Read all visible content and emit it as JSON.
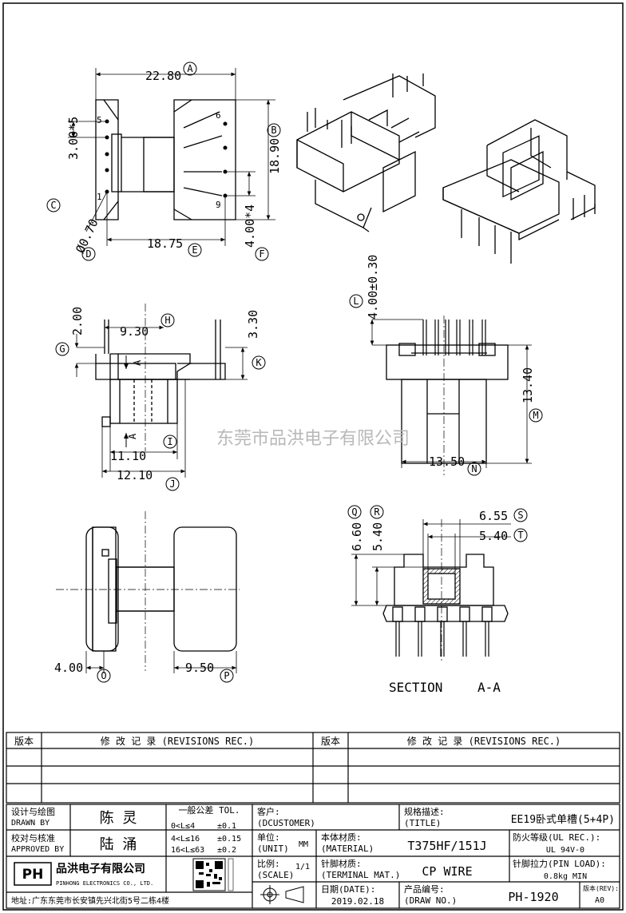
{
  "watermark": "东莞市品洪电子有限公司",
  "top_view": {
    "dims": {
      "width": "22.80",
      "height": "18.90",
      "pitch": "3.00*5",
      "pin_dia": "Ø0.70",
      "row_spacing": "18.75",
      "pitch2": "4.00*4"
    },
    "pin_labels": {
      "p5": "5",
      "p1": "1",
      "p6": "6",
      "p9": "9"
    },
    "bubbles": {
      "A": "A",
      "B": "B",
      "C": "C",
      "D": "D",
      "E": "E",
      "F": "F"
    }
  },
  "side_view": {
    "dims": {
      "g": "2.00",
      "h": "9.30",
      "k": "3.30",
      "i": "11.10",
      "j": "12.10"
    },
    "section_marks": {
      "top": "A",
      "bottom": "A"
    },
    "bubbles": {
      "G": "G",
      "H": "H",
      "K": "K",
      "I": "I",
      "J": "J"
    }
  },
  "front_view": {
    "dims": {
      "l": "4.00±0.30",
      "m": "13.40",
      "n": "13.50"
    },
    "bubbles": {
      "L": "L",
      "M": "M",
      "N": "N"
    }
  },
  "bottom_view": {
    "dims": {
      "o": "4.00",
      "p": "9.50"
    },
    "bubbles": {
      "O": "O",
      "P": "P"
    }
  },
  "section_view": {
    "dims": {
      "q": "6.60",
      "r": "5.40",
      "s": "6.55",
      "t": "5.40"
    },
    "bubbles": {
      "Q": "Q",
      "R": "R",
      "S": "S",
      "T": "T"
    },
    "caption": "SECTION",
    "caption_id": "A-A"
  },
  "revisions": {
    "headers": [
      "版本",
      "修 改 记 录 (REVISIONS REC.)",
      "版本",
      "修 改 记 录 (REVISIONS REC.)"
    ]
  },
  "title_block": {
    "drawn_by_label_cn": "设计与绘图",
    "drawn_by_label_en": "DRAWN BY",
    "drawn_by": "陈 灵",
    "approved_label_cn": "校对与核准",
    "approved_label_en": "APPROVED BY",
    "approved_by": "陆 涌",
    "tol_title": "一般公差 TOL.",
    "tol_rows": [
      [
        "0<L≤4",
        "±0.1"
      ],
      [
        "4<L≤16",
        "±0.15"
      ],
      [
        "16<L≤63",
        "±0.2"
      ]
    ],
    "customer_label": "客户:",
    "customer_label_en": "(DCUSTOMER)",
    "title_label": "规格描述:",
    "title_label_en": "(TITLE)",
    "title": "EE19卧式单槽(5+4P)",
    "unit_label": "单位:",
    "unit_label_en": "(UNIT)",
    "unit": "MM",
    "material_label": "本体材质:",
    "material_label_en": "(MATERIAL)",
    "material": "T375HF/151J",
    "ul_label": "防火等级(UL REC.):",
    "ul": "UL 94V-0",
    "scale_label": "比例:",
    "scale_label_en": "(SCALE)",
    "scale": "1/1",
    "terminal_label": "针脚材质:",
    "terminal_label_en": "(TERMINAL MAT.)",
    "terminal": "CP WIRE",
    "pinload_label": "针脚拉力(PIN LOAD):",
    "pinload": "0.8kg MIN",
    "date_label": "日期(DATE):",
    "date": "2019.02.18",
    "drawno_label": "产品编号:",
    "drawno_label_en": "(DRAW NO.)",
    "drawno": "PH-1920",
    "rev_label": "版本(REV):",
    "rev": "A0",
    "company_cn": "品洪电子有限公司",
    "company_en": "PINHONG ELECTRONICS CO., LTD.",
    "address": "地址:广东东莞市长安镇先兴北街5号二栋4楼",
    "logo": "PH"
  }
}
